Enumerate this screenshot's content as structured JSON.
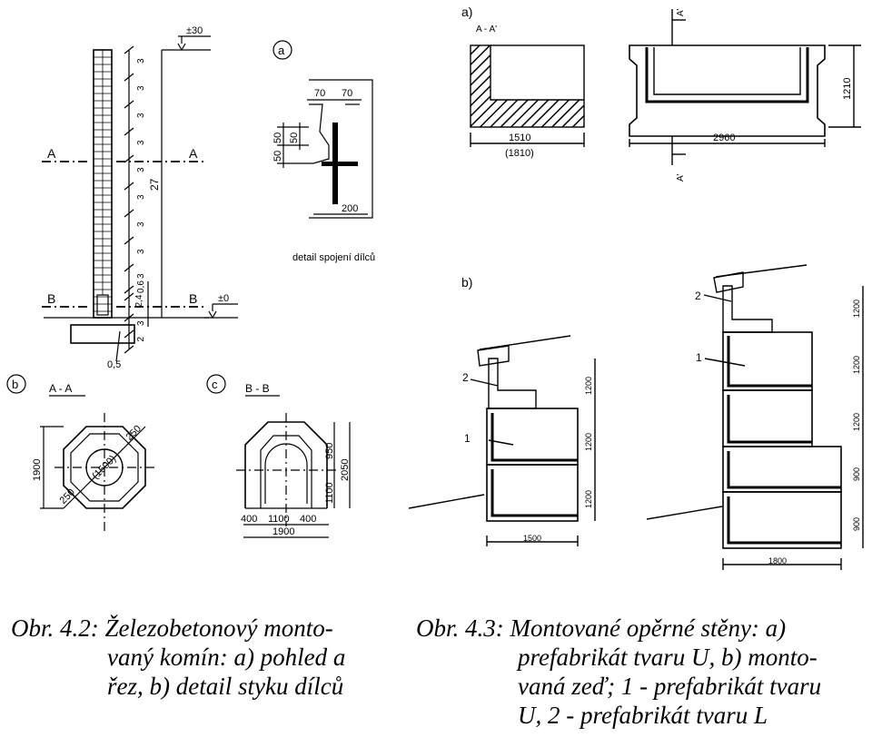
{
  "fig42": {
    "elevation": {
      "section_a_left": "A",
      "section_a_right": "A",
      "section_b_left": "B",
      "section_b_right": "B",
      "top_level": "±30",
      "ground_level": "±0",
      "segments": [
        "3",
        "3",
        "3",
        "3",
        "3",
        "3",
        "3",
        "3",
        "3",
        "0,6",
        "2,4",
        "3",
        "2"
      ],
      "total": "27",
      "base_offset": "0,5"
    },
    "detail": {
      "letter": "a",
      "dim_70a": "70",
      "dim_70b": "70",
      "dim_50a": "50",
      "dim_50b": "50",
      "dim_50c": "50",
      "dim_200": "200",
      "caption": "detail spojení dílců"
    },
    "section_aa": {
      "letter": "b",
      "title": "A - A",
      "dia_inner": "(1500)",
      "dim_250a": "250",
      "dim_250b": "250",
      "dim_1900": "1900"
    },
    "section_bb": {
      "letter": "c",
      "title": "B - B",
      "dim_950": "950",
      "dim_1100": "1100",
      "dim_2050": "2050",
      "dim_400a": "400",
      "dim_1100b": "1100",
      "dim_400b": "400",
      "dim_1900": "1900"
    }
  },
  "fig43": {
    "part_a": {
      "letter": "a)",
      "section_title": "A - A'",
      "cut_top": "A'",
      "cut_bottom": "A'",
      "dim_1510": "1510",
      "dim_1810": "(1810)",
      "dim_2960": "2960",
      "dim_1210": "1210"
    },
    "part_b": {
      "letter": "b)",
      "small_wall": {
        "label_1": "1",
        "label_2": "2",
        "dims_v": [
          "1200",
          "1200",
          "1200"
        ],
        "dim_base": "1500"
      },
      "large_wall": {
        "label_1": "1",
        "label_2": "2",
        "dims_v": [
          "1200",
          "1200",
          "1200",
          "900",
          "900"
        ],
        "dim_base": "1800"
      }
    }
  },
  "captions": {
    "left": {
      "lead": "Obr. 4.2:",
      "line1": "Železobetonový monto-",
      "line2": "vaný komín: a) pohled a",
      "line3": "řez, b) detail styku dílců"
    },
    "right": {
      "lead": "Obr. 4.3:",
      "line1": "Montované opěrné stěny: a)",
      "line2": "prefabrikát tvaru U, b) monto-",
      "line3": "vaná zeď; 1 - prefabrikát tvaru",
      "line4": "U, 2 - prefabrikát tvaru L"
    }
  }
}
